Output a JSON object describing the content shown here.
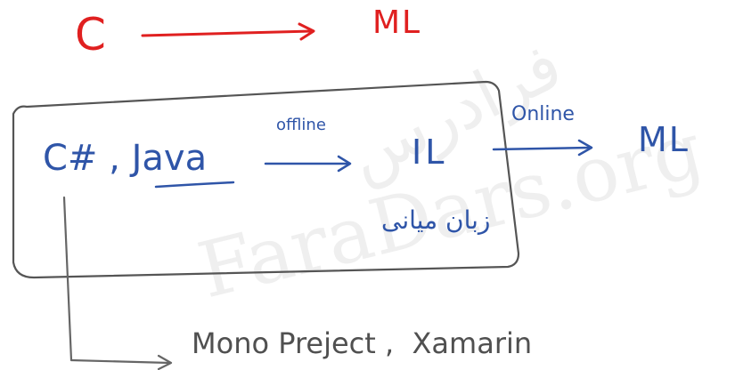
{
  "top_row": {
    "source": "C",
    "target": "ML",
    "color": "#e02020"
  },
  "box": {
    "languages": "C# , Java",
    "offline_label": "offline",
    "intermediate": "IL",
    "intermediate_caption": "زبان میانی",
    "color": "#2f55a8"
  },
  "online": {
    "label": "Online",
    "target": "ML"
  },
  "bottom": {
    "text": "Mono Preject ,  Xamarin",
    "color": "#505050"
  },
  "watermark": {
    "persian": "فرادرس",
    "latin": "FaraDars.org"
  }
}
